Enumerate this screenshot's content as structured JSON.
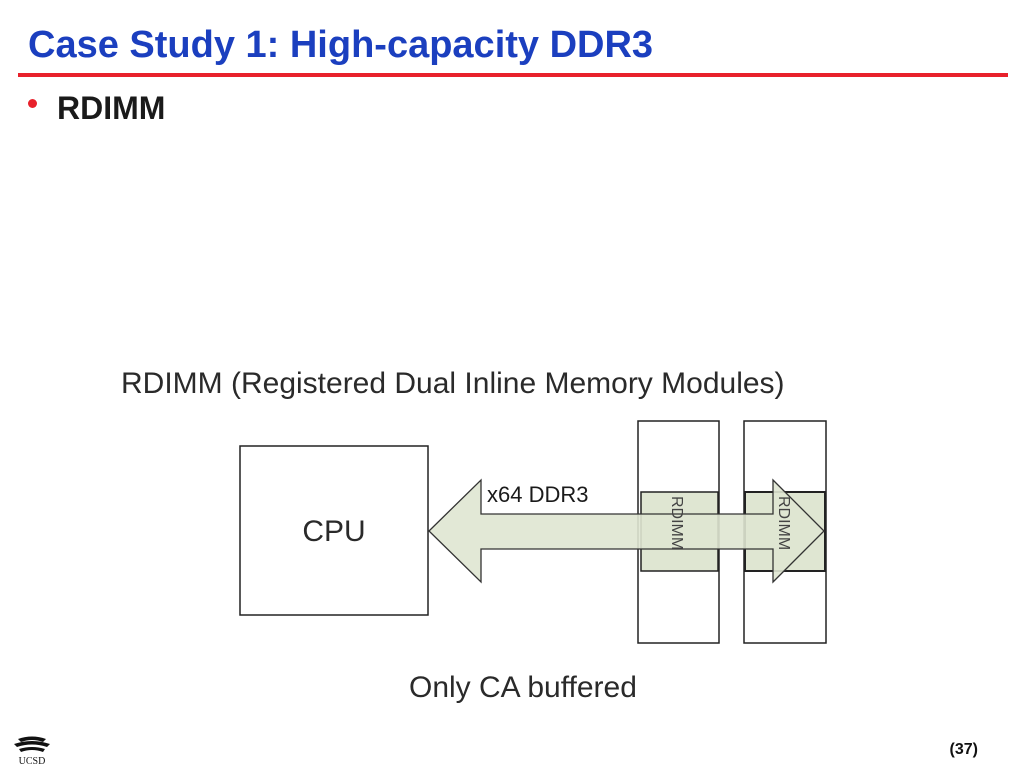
{
  "slide": {
    "title": "Case Study 1: High-capacity DDR3",
    "bullet": "RDIMM",
    "page_number": "(37)",
    "logo_text": "UCSD"
  },
  "diagram": {
    "heading": "RDIMM (Registered Dual Inline Memory Modules)",
    "cpu_label": "CPU",
    "bus_label": "x64 DDR3",
    "modules": [
      {
        "label": "RDIMM"
      },
      {
        "label": "RDIMM"
      }
    ],
    "caption": "Only CA buffered"
  },
  "colors": {
    "title": "#1b3fbf",
    "accent": "#e8212b",
    "arrow_fill": "#dfe6d2",
    "stroke": "#222222"
  }
}
